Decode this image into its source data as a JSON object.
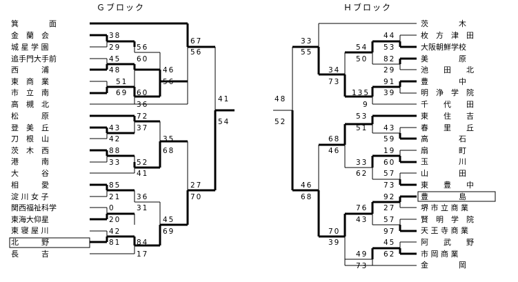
{
  "blocks": [
    {
      "title": "Ｇブロック",
      "teams": [
        "箕　　　　面",
        "金　蘭　会",
        "城 星 学 園",
        "追手門大手前",
        "西　　　浦",
        "東　商　業",
        "市　立　南",
        "高　槻　北",
        "松　　　原",
        "登　美　丘",
        "刀　根　山",
        "茨　木　西",
        "港　　　南",
        "大　　　谷",
        "相　　　愛",
        "淀 川 女 子",
        "関西福祉科学",
        "東海大仰星",
        "東 寝 屋 川",
        "北　　　野",
        "長　　　吉"
      ],
      "boxed_team": "北　　　野",
      "r1": {
        "a": "38",
        "b": "29",
        "c": "45",
        "d": "48",
        "e": "51",
        "f": "69",
        "g": "43",
        "h": "42",
        "i": "88",
        "j": "33",
        "k": "85",
        "l": "21",
        "m": "0",
        "n": "20",
        "o": "42",
        "p": "81"
      },
      "r2": {
        "a": "56",
        "b": "60",
        "c": "60",
        "d": "36",
        "e": "72",
        "f": "37",
        "g": "52",
        "h": "41",
        "i": "36",
        "j": "31",
        "k": "84",
        "l": "17"
      },
      "r3": {
        "a": "46",
        "b": "56",
        "c": "35",
        "d": "68",
        "e": "45",
        "f": "69"
      },
      "r4": {
        "a": "67",
        "b": "56",
        "c": "27",
        "d": "70"
      },
      "r5": {
        "a": "41",
        "b": "54"
      }
    },
    {
      "title": "Ｈブロック",
      "teams": [
        "茨　　　　木",
        "枚　方　津　田",
        "大阪朝鮮学校",
        "美　　　　原",
        "池　　田　　北",
        "豊　　　　中",
        "明　浄　学　院",
        "千　　代　　田",
        "東　　住　　吉",
        "春　　里　　丘",
        "高　　　　石",
        "扇　　　　町",
        "玉　　　　川",
        "山　　　　田",
        "東　　豊　　中",
        "豊　　　　島",
        "堺 市 立 商 業",
        "賢　明　学　院",
        "天 王 寺 商 業",
        "阿　　武　　野",
        "市 岡 商 業",
        "金　　　　岡"
      ],
      "boxed_team": "豊　　　　島",
      "r1": {
        "a": "44",
        "b": "53",
        "c": "82",
        "d": "29",
        "e": "91",
        "f": "39",
        "g": "43",
        "h": "59",
        "i": "19",
        "j": "60",
        "k": "57",
        "l": "73",
        "m": "92",
        "n": "27",
        "o": "57",
        "p": "97",
        "q": "45",
        "r": "62"
      },
      "r2": {
        "a": "54",
        "b": "50",
        "c": "135",
        "d": "9",
        "e": "53",
        "f": "51",
        "g": "33",
        "h": "62",
        "i": "76",
        "j": "43",
        "k": "49",
        "l": "73"
      },
      "r3": {
        "a": "34",
        "b": "73",
        "c": "68",
        "d": "46",
        "e": "70",
        "f": "39"
      },
      "r4": {
        "a": "33",
        "b": "55",
        "c": "46",
        "d": "68"
      },
      "r5": {
        "a": "48",
        "b": "52"
      }
    }
  ]
}
